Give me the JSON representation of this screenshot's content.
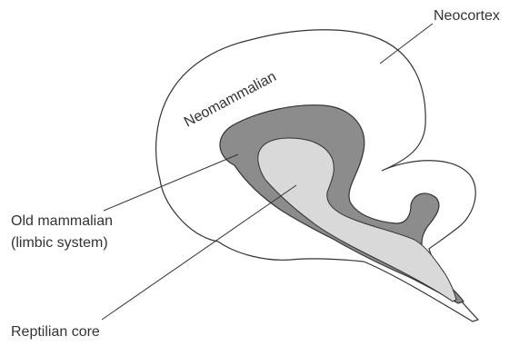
{
  "diagram": {
    "labels": {
      "neocortex": "Neocortex",
      "neomammalian": "Neomammalian",
      "old_mammalian_line1": "Old mammalian",
      "old_mammalian_line2": "(limbic system)",
      "reptilian_core": "Reptilian core"
    },
    "colors": {
      "outline": "#333333",
      "limbic_fill": "#8c8c8c",
      "reptilian_fill": "#d9d9d9",
      "background": "#ffffff"
    }
  }
}
